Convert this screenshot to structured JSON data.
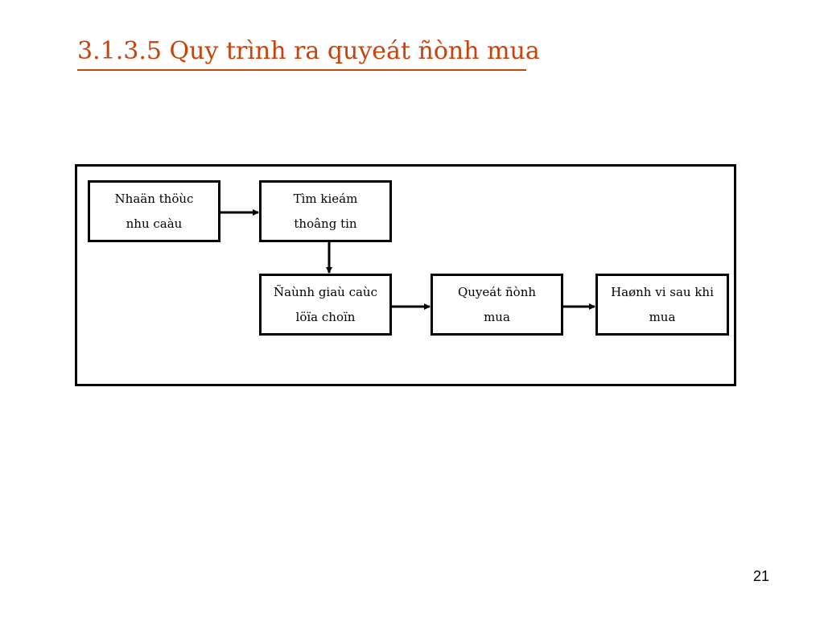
{
  "slide": {
    "title": "3.1.3.5 Quy trình ra quyeát ñònh mua",
    "page_number": "21"
  },
  "colors": {
    "title": "#c8420c",
    "border": "#000000",
    "text": "#000000"
  },
  "diagram": {
    "nodes": [
      {
        "id": "need-recognition",
        "line1": "Nhaän thöùc",
        "line2": "nhu caàu"
      },
      {
        "id": "information-search",
        "line1": "Tìm kieám",
        "line2": "thoâng tin"
      },
      {
        "id": "evaluate-alternatives",
        "line1": "Ñaùnh giaù caùc",
        "line2": "löïa choïn"
      },
      {
        "id": "purchase-decision",
        "line1": "Quyeát ñònh",
        "line2": "mua"
      },
      {
        "id": "post-purchase-behavior",
        "line1": "Haønh vi sau khi",
        "line2": "mua"
      }
    ],
    "edges": [
      {
        "from": "need-recognition",
        "to": "information-search"
      },
      {
        "from": "information-search",
        "to": "evaluate-alternatives"
      },
      {
        "from": "evaluate-alternatives",
        "to": "purchase-decision"
      },
      {
        "from": "purchase-decision",
        "to": "post-purchase-behavior"
      }
    ]
  }
}
